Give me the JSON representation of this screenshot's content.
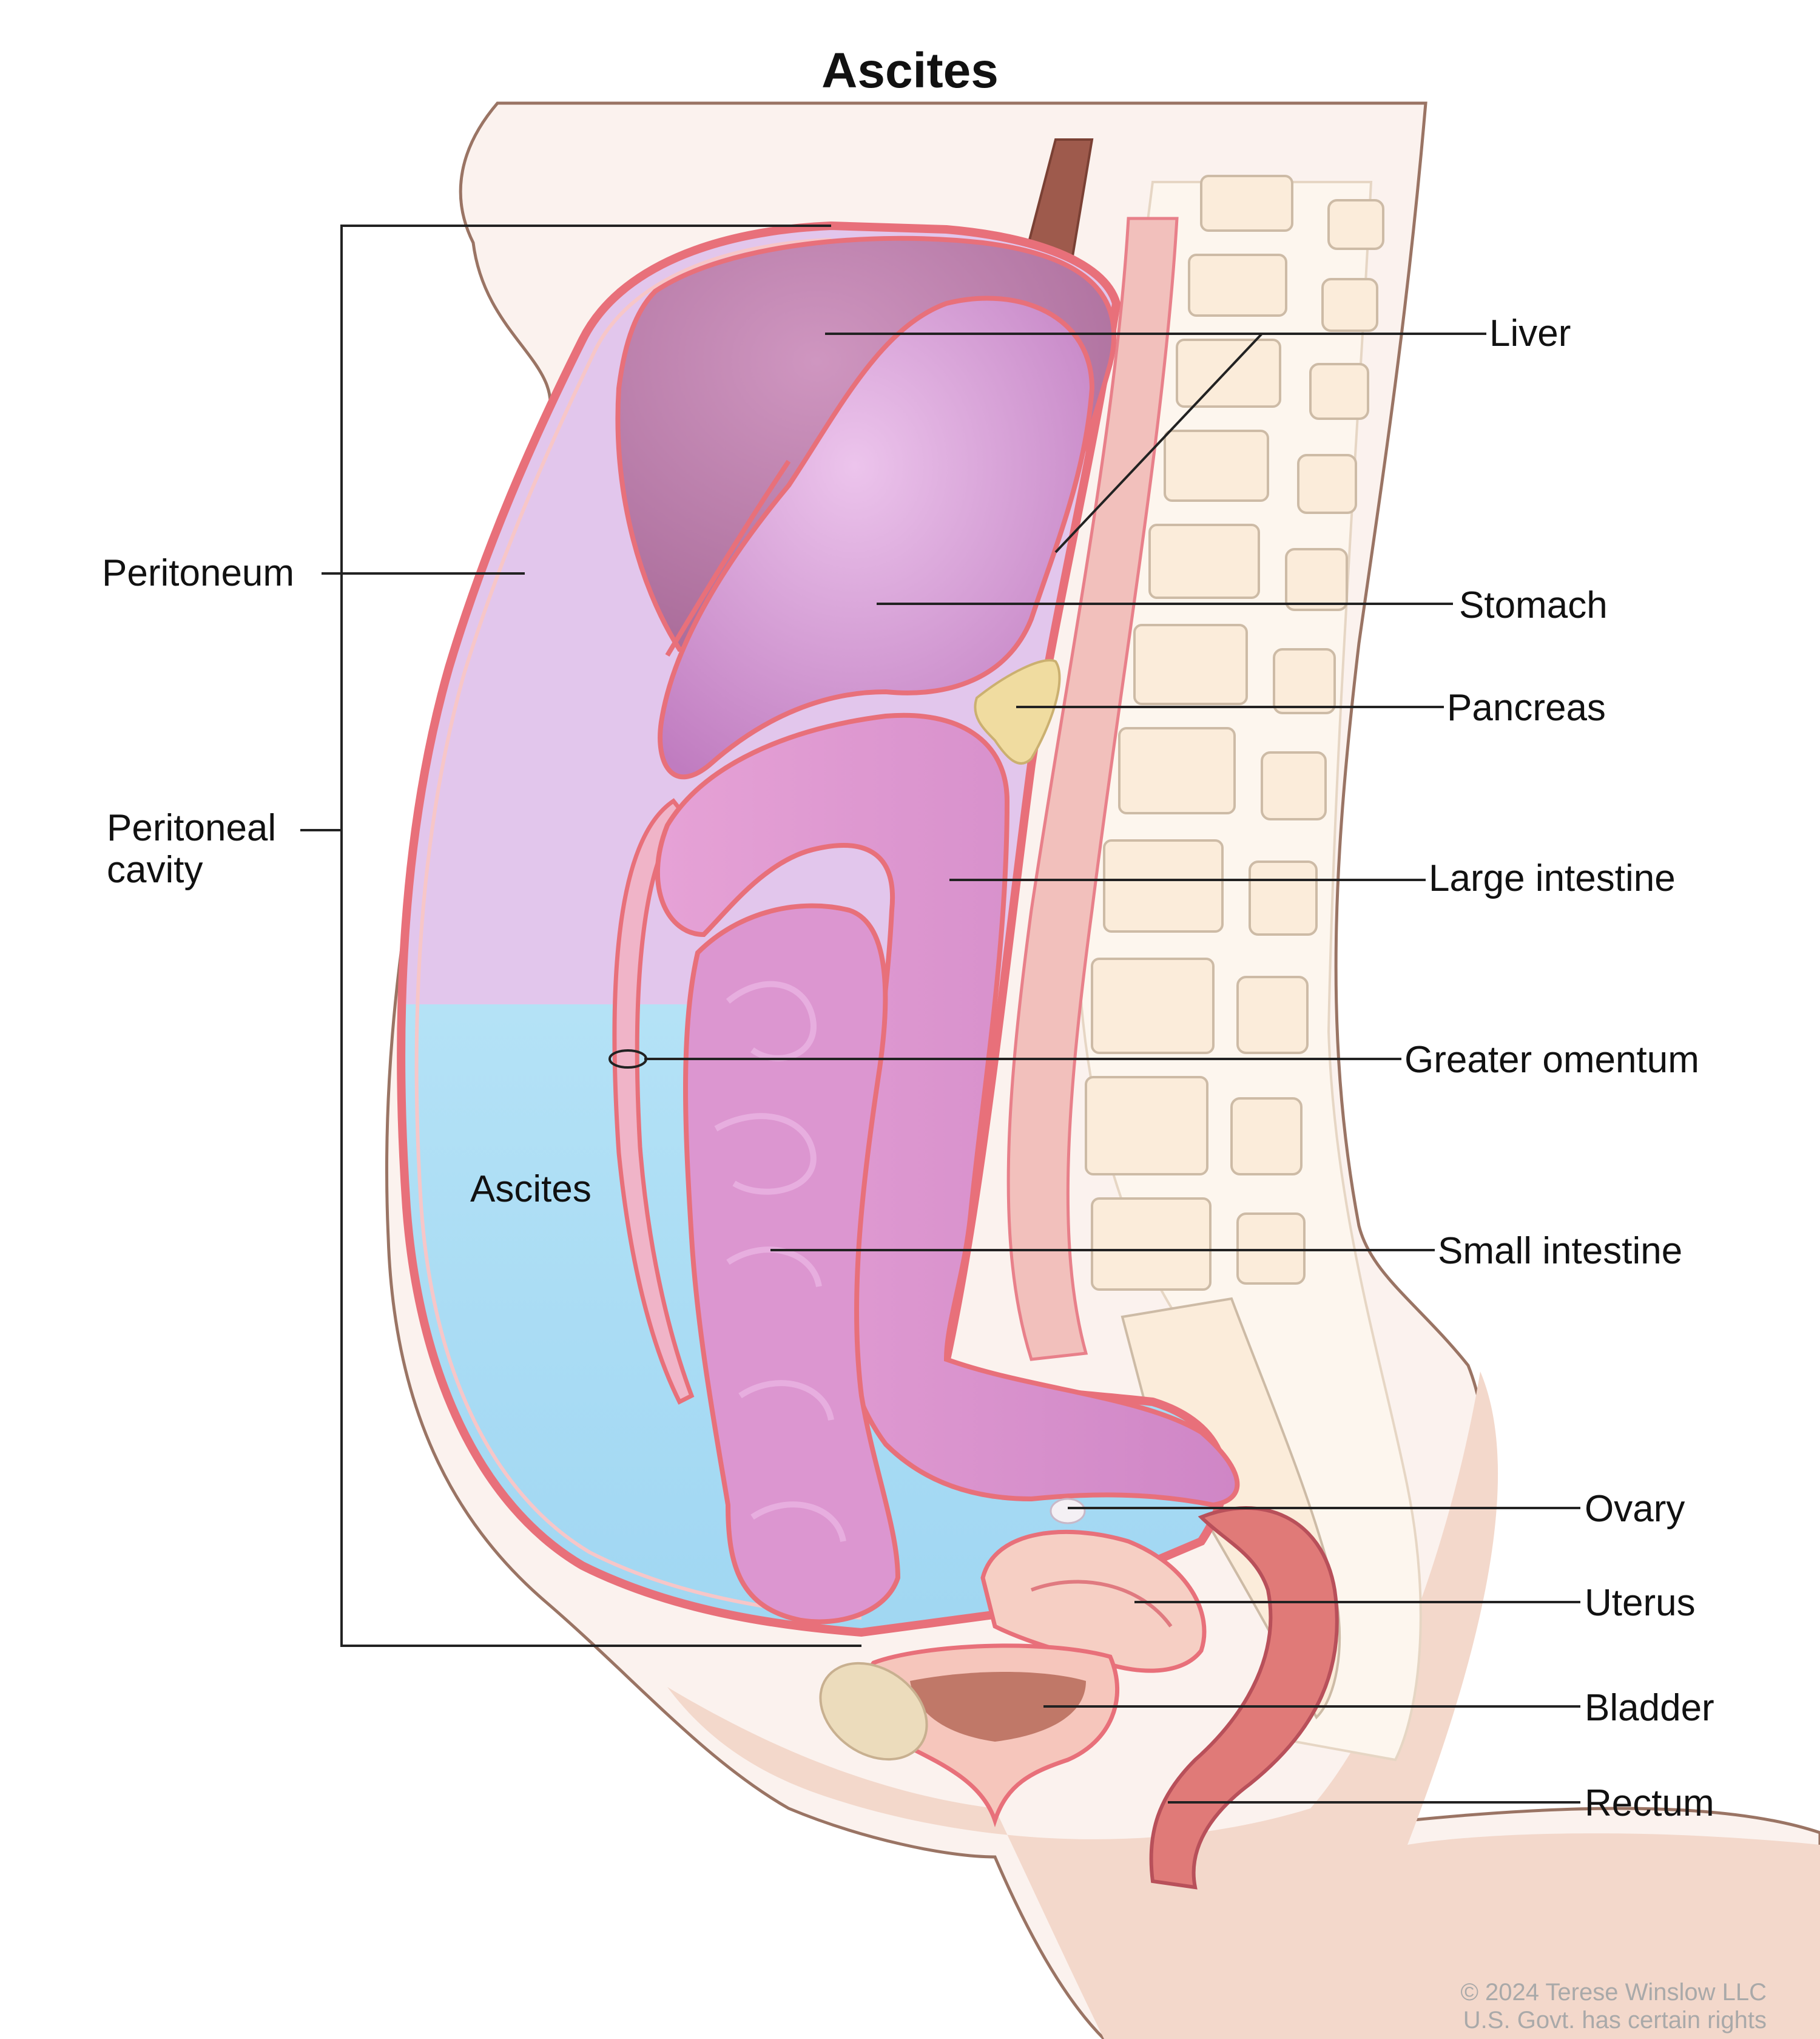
{
  "title": "Ascites",
  "labels": {
    "liver": "Liver",
    "stomach": "Stomach",
    "pancreas": "Pancreas",
    "large_intestine": "Large intestine",
    "greater_omentum": "Greater omentum",
    "small_intestine": "Small intestine",
    "ovary": "Ovary",
    "uterus": "Uterus",
    "bladder": "Bladder",
    "rectum": "Rectum",
    "peritoneum": "Peritoneum",
    "peritoneal_cavity": "Peritoneal\ncavity",
    "ascites": "Ascites"
  },
  "copyright": {
    "line1": "© 2024 Terese Winslow LLC",
    "line2": "U.S. Govt. has certain rights"
  },
  "colors": {
    "peritoneum": "#e8707a",
    "ascites_fluid": "#a9dcf4",
    "cavity_air": "#e2c6ec",
    "organs": "#d88ccc",
    "liver": "#b878a8",
    "pancreas": "#f0dca0",
    "skin": "#f2d9cc",
    "spine": "#fbeede"
  }
}
